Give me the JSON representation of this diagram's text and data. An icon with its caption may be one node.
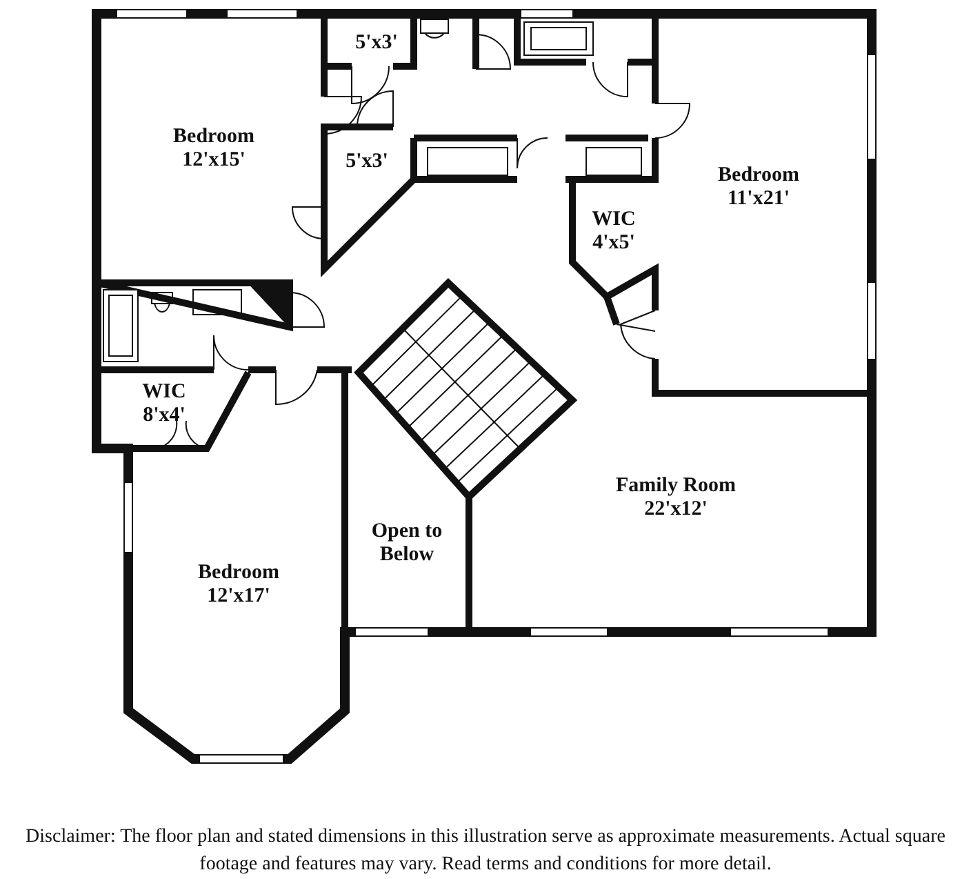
{
  "diagram": {
    "caption": "Disclaimer: The floor plan and stated dimensions in this illustration serve as approximate measurements. Actual square footage and features may vary. Read terms and conditions for more detail.",
    "nodes": [
      {
        "text": [
          "Bedroom",
          "12'x15'"
        ]
      },
      {
        "text": [
          "5'x3'"
        ]
      },
      {
        "text": [
          "5'x3'"
        ]
      },
      {
        "text": [
          "Bedroom",
          "11'x21'"
        ]
      },
      {
        "text": [
          "WIC",
          "4'x5'"
        ]
      },
      {
        "text": [
          "WIC",
          "8'x4'"
        ]
      },
      {
        "text": [
          "Open to Below"
        ]
      },
      {
        "text": [
          "Family Room",
          "22'x12'"
        ]
      },
      {
        "text": [
          "Bedroom",
          "12'x17'"
        ]
      }
    ]
  }
}
